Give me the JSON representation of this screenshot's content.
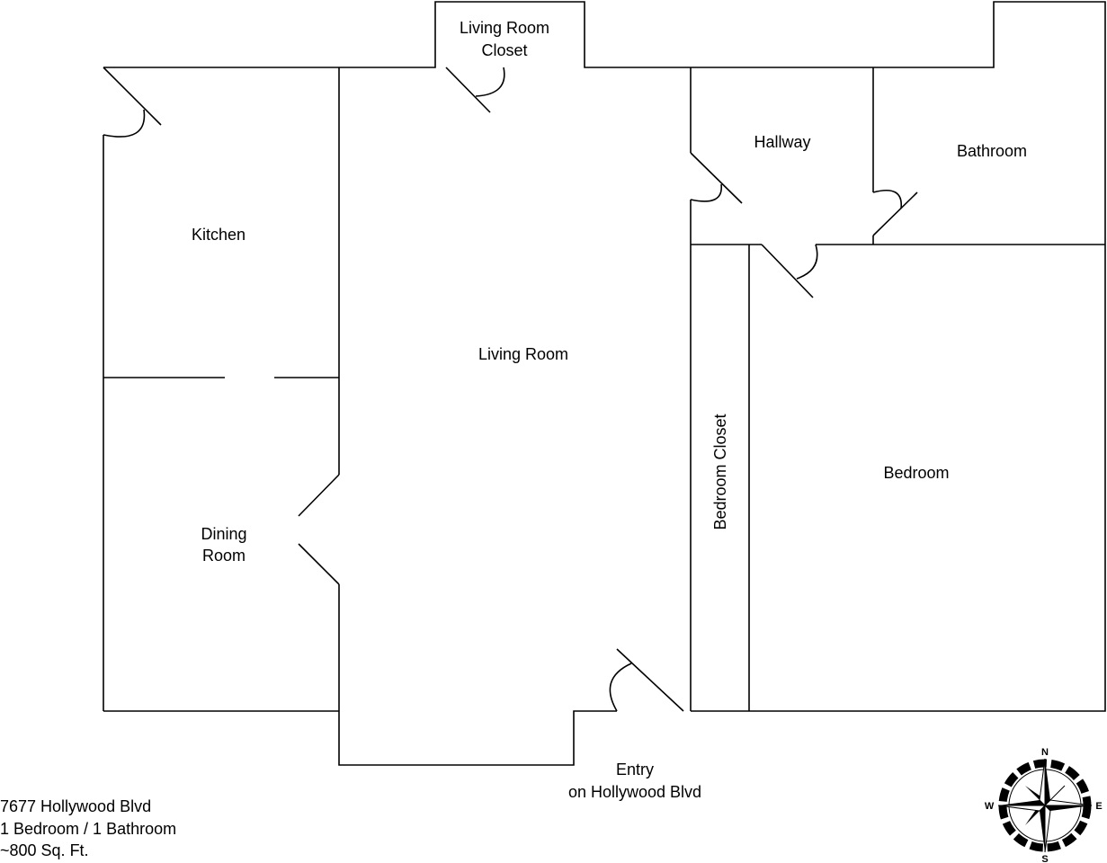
{
  "rooms": {
    "living_room_closet": [
      "Living Room",
      "Closet"
    ],
    "hallway": "Hallway",
    "bathroom": "Bathroom",
    "kitchen": "Kitchen",
    "living_room": "Living Room",
    "bedroom_closet": "Bedroom Closet",
    "bedroom": "Bedroom",
    "dining_room": [
      "Dining",
      "Room"
    ]
  },
  "entry": [
    "Entry",
    "on Hollywood Blvd"
  ],
  "info": {
    "address": "7677 Hollywood Blvd",
    "layout": "1 Bedroom / 1 Bathroom",
    "size": "~800 Sq. Ft."
  },
  "compass": {
    "n": "N",
    "e": "E",
    "s": "S",
    "w": "W"
  }
}
